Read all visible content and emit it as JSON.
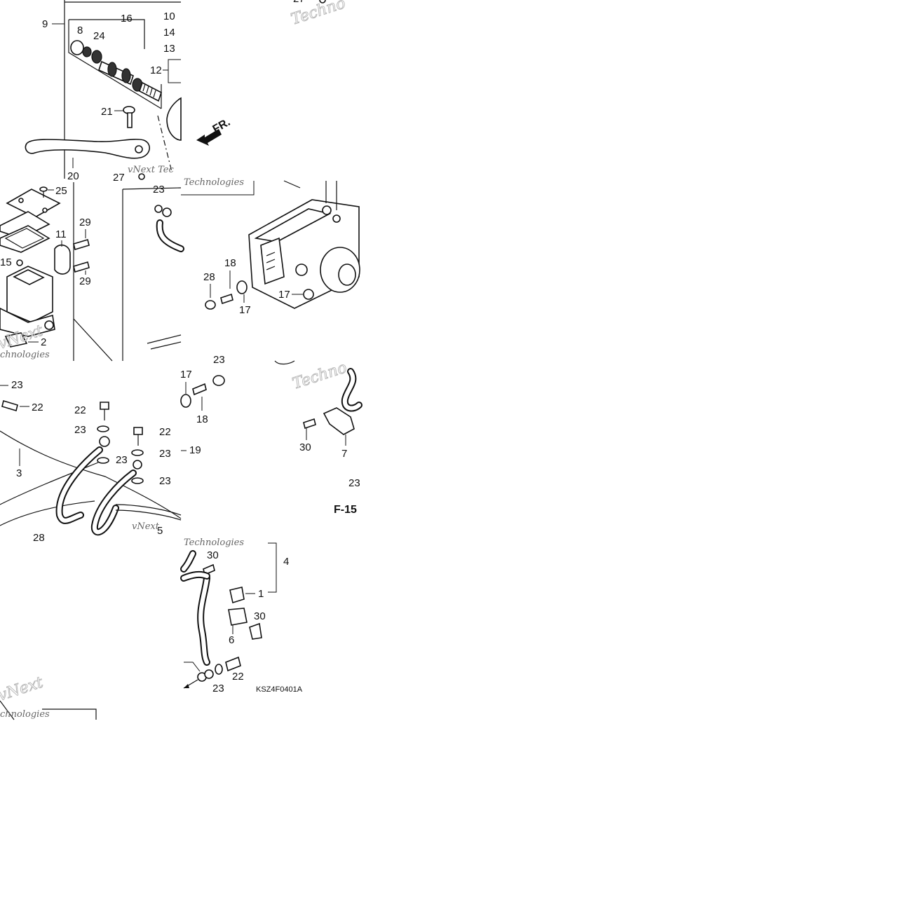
{
  "diagram": {
    "diagram_code": "KSZ4F0401A",
    "page_ref": "F-15",
    "direction_label": "FR.",
    "watermark_lines": [
      "Techno",
      "vNext Tec",
      "Technologies",
      "vNext",
      "chnologies"
    ],
    "tile1_callouts": [
      "9",
      "16",
      "8",
      "24",
      "10",
      "14",
      "13",
      "12",
      "21",
      "20",
      "27",
      "23",
      "29",
      "27"
    ],
    "tile2_callouts": [
      "25",
      "29",
      "11",
      "29",
      "15",
      "2",
      "23",
      "28",
      "18",
      "17",
      "17"
    ],
    "tile3_callouts": [
      "23",
      "22",
      "22",
      "23",
      "22",
      "23",
      "23",
      "3",
      "23",
      "19",
      "28",
      "5",
      "17",
      "18",
      "23",
      "30",
      "7",
      "23"
    ],
    "tile4_callouts": [
      "4",
      "30",
      "1",
      "30",
      "6",
      "22",
      "23"
    ]
  }
}
